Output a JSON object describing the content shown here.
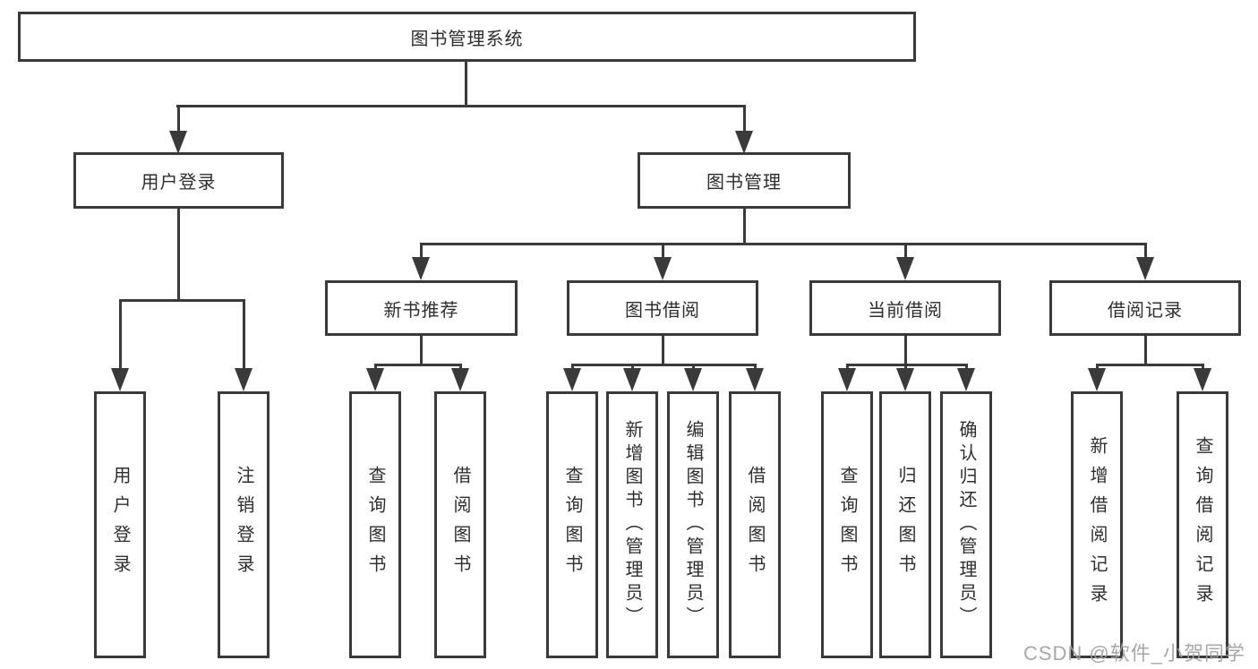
{
  "diagram": {
    "title": "图书管理系统",
    "root": {
      "label": "图书管理系统"
    },
    "level2": [
      {
        "label": "用户登录"
      },
      {
        "label": "图书管理"
      }
    ],
    "level3": [
      {
        "label": "新书推荐"
      },
      {
        "label": "图书借阅"
      },
      {
        "label": "当前借阅"
      },
      {
        "label": "借阅记录"
      }
    ],
    "leaves": [
      {
        "label": "用户登录",
        "parent": "用户登录"
      },
      {
        "label": "注销登录",
        "parent": "用户登录"
      },
      {
        "label": "查询图书",
        "parent": "新书推荐"
      },
      {
        "label": "借阅图书",
        "parent": "新书推荐"
      },
      {
        "label": "查询图书",
        "parent": "图书借阅"
      },
      {
        "label": "新增图书（管理员）",
        "parent": "图书借阅"
      },
      {
        "label": "编辑图书（管理员）",
        "parent": "图书借阅"
      },
      {
        "label": "借阅图书",
        "parent": "图书借阅"
      },
      {
        "label": "查询图书",
        "parent": "当前借阅"
      },
      {
        "label": "归还图书",
        "parent": "当前借阅"
      },
      {
        "label": "确认归还（管理员）",
        "parent": "当前借阅"
      },
      {
        "label": "新增借阅记录",
        "parent": "借阅记录"
      },
      {
        "label": "查询借阅记录",
        "parent": "借阅记录"
      }
    ]
  },
  "watermark": {
    "text": "CSDN @软件_小贺同学"
  },
  "colors": {
    "line": "#3a3a3a",
    "box_border": "#3a3a3a",
    "box_background": "#ffffff",
    "text": "#2e2e2e",
    "watermark": "#9e9e9e",
    "page_background": "#ffffff"
  }
}
